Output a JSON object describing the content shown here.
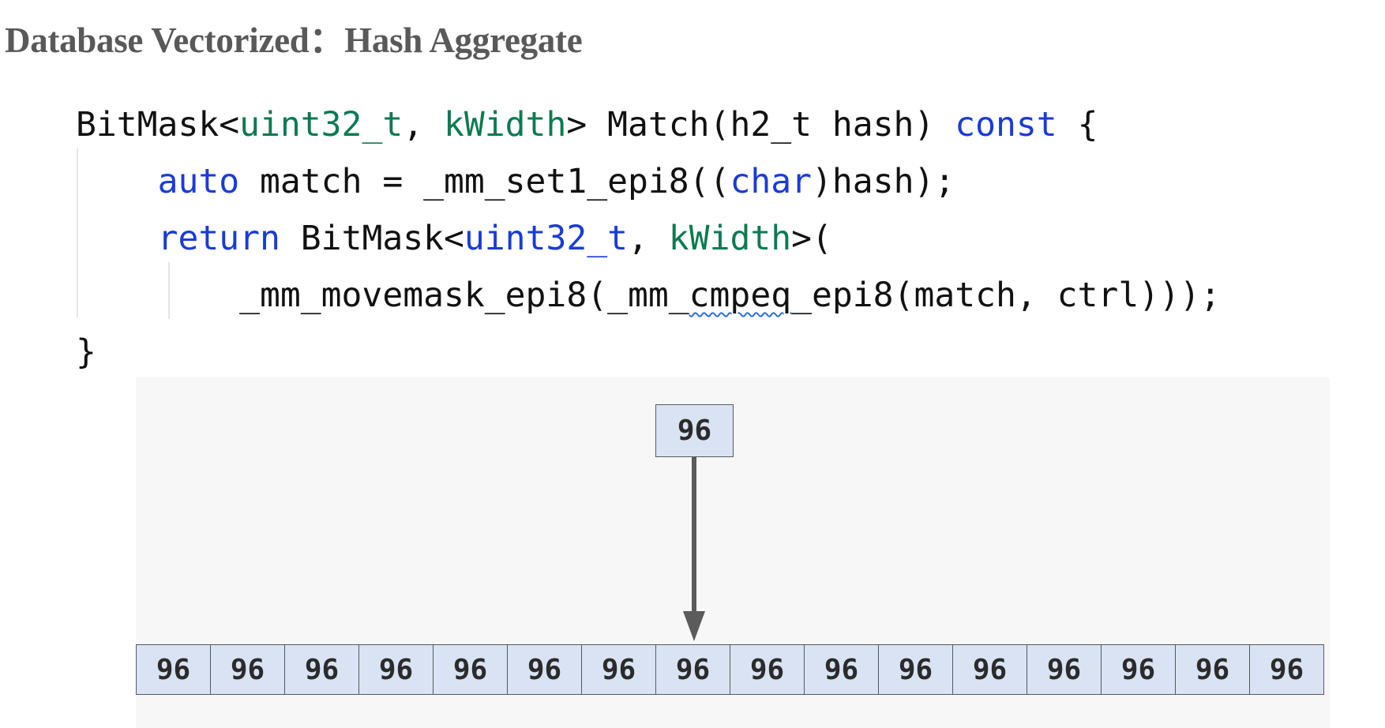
{
  "title": "Database Vectorized：Hash Aggregate",
  "code": {
    "l1": {
      "a": "BitMask<",
      "b": "uint32_t",
      "c": ", ",
      "d": "kWidth",
      "e": "> Match(h2_t hash) ",
      "f": "const",
      "g": " {"
    },
    "l2": {
      "a": "    ",
      "b": "auto",
      "c": " match = _mm_set1_epi8((",
      "d": "char",
      "e": ")hash);"
    },
    "l3": {
      "a": "    ",
      "b": "return",
      "c": " BitMask<",
      "d": "uint32_t",
      "e": ", ",
      "f": "kWidth",
      "g": ">("
    },
    "l4": {
      "a": "        _mm_movemask_epi8(_mm_",
      "b": "cmpeq",
      "c": "_epi8(match, ctrl)));"
    },
    "l5": "}"
  },
  "diagram": {
    "source_value": "96",
    "lanes": [
      "96",
      "96",
      "96",
      "96",
      "96",
      "96",
      "96",
      "96",
      "96",
      "96",
      "96",
      "96",
      "96",
      "96",
      "96",
      "96"
    ],
    "colors": {
      "cell_fill": "#d9e3f3",
      "cell_border": "#555a63",
      "arrow": "#5b5b5b",
      "keyword": "#1a3bd8",
      "type": "#0c7a52"
    }
  }
}
